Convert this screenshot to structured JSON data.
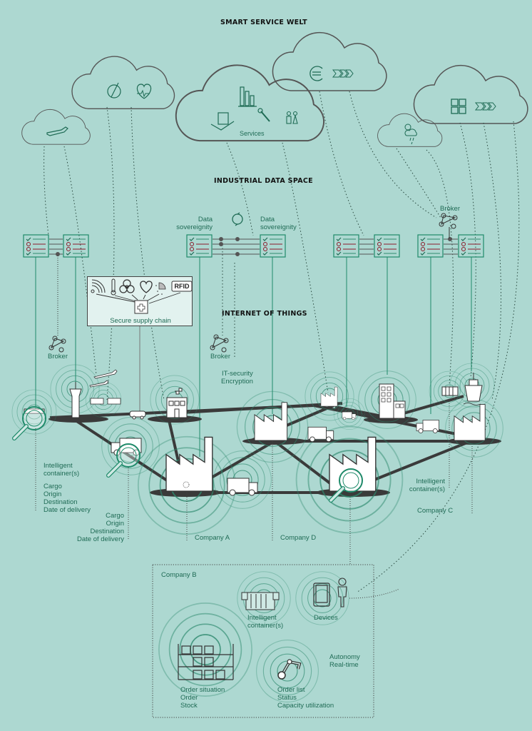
{
  "titles": {
    "smart_service_welt": "SMART SERVICE WELT",
    "industrial_data_space": "INDUSTRIAL DATA SPACE",
    "internet_of_things": "INTERNET OF THINGS"
  },
  "clouds": {
    "services_label": "Services",
    "icons": [
      {
        "cloud": "travel",
        "icons": [
          "airplane-icon"
        ]
      },
      {
        "cloud": "health-navigation",
        "icons": [
          "compass-icon",
          "heart-pulse-icon"
        ]
      },
      {
        "cloud": "services",
        "icons": [
          "bar-chart-icon",
          "package-icon",
          "wrench-icon",
          "people-icon"
        ]
      },
      {
        "cloud": "finance",
        "icons": [
          "euro-icon",
          "chevrons-icon"
        ]
      },
      {
        "cloud": "weather",
        "icons": [
          "weather-icon"
        ]
      },
      {
        "cloud": "apps",
        "icons": [
          "grid-icon",
          "chevrons-icon"
        ]
      }
    ]
  },
  "data_space": {
    "data_sovereignty_left": "Data sovereignity",
    "data_sovereignty_right": "Data sovereignity",
    "broker_top": "Broker",
    "broker_left": "Broker",
    "broker_mid": "Broker",
    "it_security": "IT-security",
    "encryption": "Encryption"
  },
  "secure_supply_chain": {
    "label": "Secure supply chain",
    "rfid": "RFID",
    "icons": [
      "signal-icon",
      "thermometer-icon",
      "biohazard-icon",
      "heart-icon",
      "sensor-icon",
      "rfid-icon",
      "medical-box-icon"
    ]
  },
  "iot": {
    "intelligent_container_left": "Intelligent container(s)",
    "cargo_left": [
      "Cargo",
      "Origin",
      "Destination",
      "Date of delivery"
    ],
    "cargo_mid": [
      "Cargo",
      "Origin",
      "Destination",
      "Date of delivery"
    ],
    "company_a": "Company A",
    "company_d": "Company D",
    "company_c": "Company C",
    "intelligent_container_right": "Intelligent container(s)"
  },
  "company_b": {
    "title": "Company B",
    "intelligent_container": "Intelligent container(s)",
    "devices": "Devices",
    "autonomy": "Autonomy",
    "real_time": "Real-time",
    "warehouse_lines": [
      "Order situation",
      "Order",
      "Stock"
    ],
    "robot_lines": [
      "Order list",
      "Status",
      "Capacity utilization"
    ]
  },
  "colors": {
    "background": "#add8d1",
    "accent_green": "#1f6b55",
    "wave_green": "#2e8a6e",
    "road_dark": "#3a3a3a",
    "deny_red": "#8b1a2a"
  }
}
